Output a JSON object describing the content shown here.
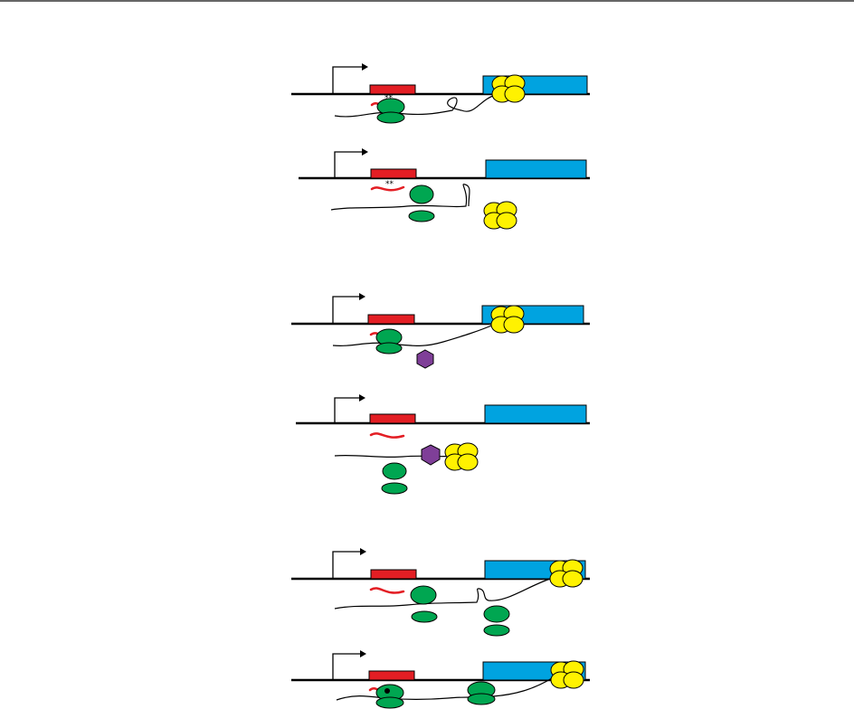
{
  "colors": {
    "rule": "#666666",
    "dna": "#000000",
    "orf": "#e31e24",
    "gene": "#00a3e0",
    "ribosome": "#00a651",
    "rnap": "#fff200",
    "ligand": "#7f3f98",
    "peptide": "#e31e24"
  },
  "icons": [
    "promoter-arrow-icon",
    "ribosome-icon",
    "rna-polymerase-icon",
    "ligand-hexagon-icon",
    "stem-loop-icon",
    "ribosome-stall-marker-icon"
  ],
  "panels": [
    {
      "id": "panel-1a",
      "stars": "**"
    },
    {
      "id": "panel-1b",
      "stars": "**"
    },
    {
      "id": "panel-2a"
    },
    {
      "id": "panel-2b"
    },
    {
      "id": "panel-3a"
    },
    {
      "id": "panel-3b"
    }
  ]
}
